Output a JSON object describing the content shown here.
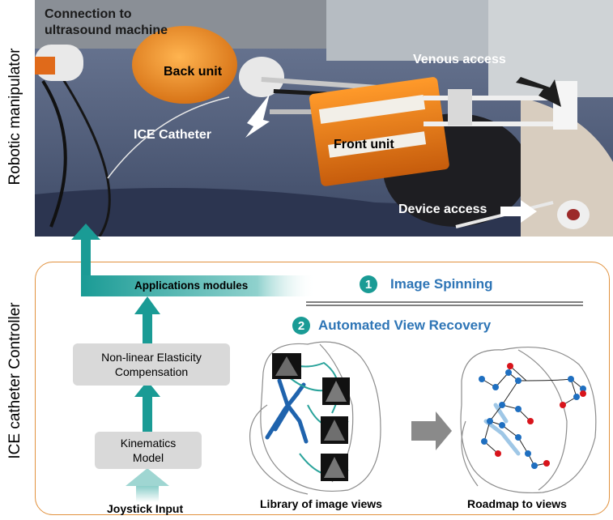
{
  "side_labels": {
    "top": "Robotic manipulator",
    "bottom": "ICE catheter Controller"
  },
  "photo": {
    "labels": {
      "connection": "Connection to\nultrasound  machine",
      "back_unit": "Back unit",
      "ice_catheter": "ICE Catheter",
      "venous_access": "Venous access",
      "front_unit": "Front unit",
      "device_access": "Device access"
    }
  },
  "controller": {
    "applications": "Applications modules",
    "elasticity": "Non-linear Elasticity\nCompensation",
    "kinematics": "Kinematics\nModel",
    "joystick": "Joystick Input"
  },
  "features": [
    {
      "number": "1",
      "label": "Image Spinning"
    },
    {
      "number": "2",
      "label": "Automated View Recovery"
    }
  ],
  "captions": {
    "library": "Library of image views",
    "roadmap": "Roadmap to views"
  },
  "colors": {
    "teal": "#1a9b95",
    "feature_blue": "#2e75b6",
    "frame_orange": "#e1913d",
    "box_gray": "#d9d9d9"
  }
}
